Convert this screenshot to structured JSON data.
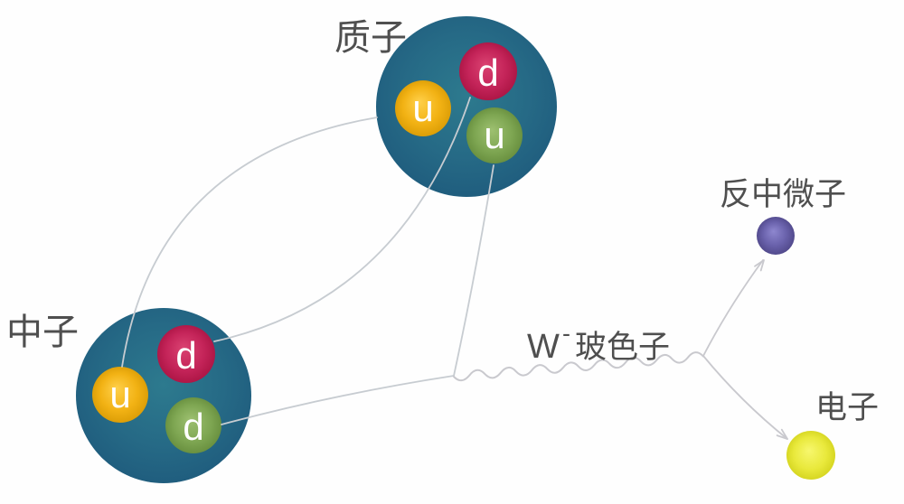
{
  "diagram": {
    "subject": "beta-decay",
    "background_color": "#fefefe",
    "line_color": "#c7ccd1",
    "label_color": "#4f4f4f"
  },
  "proton": {
    "label": "质子",
    "body_color": "#26698a",
    "quarks": [
      {
        "flavor": "u",
        "color_name": "yellow",
        "color": "#f2b214"
      },
      {
        "flavor": "d",
        "color_name": "red",
        "color": "#c42459"
      },
      {
        "flavor": "u",
        "color_name": "green",
        "color": "#7ea652"
      }
    ]
  },
  "neutron": {
    "label": "中子",
    "body_color": "#26698a",
    "quarks": [
      {
        "flavor": "u",
        "color_name": "yellow",
        "color": "#f2b214"
      },
      {
        "flavor": "d",
        "color_name": "red",
        "color": "#c42459"
      },
      {
        "flavor": "d",
        "color_name": "green",
        "color": "#7ea652"
      }
    ]
  },
  "w_boson": {
    "symbol": "W",
    "charge_sign": "-",
    "name": "玻色子"
  },
  "antineutrino": {
    "label": "反中微子",
    "color": "#6a62ac"
  },
  "electron": {
    "label": "电子",
    "color": "#e9e93c"
  }
}
